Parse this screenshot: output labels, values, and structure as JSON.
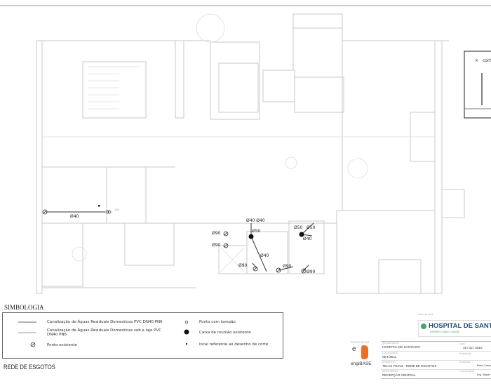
{
  "plan": {
    "section_box_label": "corte",
    "annotations": {
      "left_pipe": "Ø40",
      "dim_label": "120",
      "a1": "Ø40 Ø40",
      "a2": "Ø50",
      "a3": "Ø90",
      "a4": "Ø90",
      "a5": "Ø40",
      "a6": "Ø90",
      "a7": "Ø90",
      "a8": "Ø50",
      "a9": "Ø50",
      "a10": "Ø40",
      "a11": "Ø90"
    }
  },
  "legend": {
    "title": "SIMBOLOGIA",
    "items": [
      {
        "label": "Canalização de Águas Residuais Domesticas PVC DN40 PN6"
      },
      {
        "label": "Canalização de Águas Residuais Domesticas sob a laje PVC DN40 PN6"
      },
      {
        "label": "Ponto existente"
      },
      {
        "label": "Ponto com tampão"
      },
      {
        "label": "Caixa de reunião existente"
      },
      {
        "label": "local referente ao desenho de corte"
      }
    ]
  },
  "drawing_title": "REDE DE ESGOTOS",
  "title_block": {
    "owner_label": "Dono de obra",
    "hospital_logo": "HOSPITAL DE SANTIAGO",
    "hospital_sub": "ESPÍRITO SANTO SAÚDE",
    "designers_label": "PROJECTISTAS",
    "designer_logo": "engiBASE",
    "rows": [
      {
        "label": "REQUERENTE",
        "value": "HOSPITAL DE SANTIAGO",
        "right_label": "Data",
        "right_value": "15 / 12 / 2010"
      },
      {
        "label": "LOCALIDADE",
        "value": "SETÚBAL",
        "right_label": "Referência",
        "right_value": ""
      },
      {
        "label": "PROJECTO",
        "value": "TELAS FINAIS - REDE DE ESGOTOS",
        "right_label": "Desenhou",
        "right_value": "Pedro Cardo"
      },
      {
        "label": "DESIGNAÇÃO",
        "value": "RECEPÇÃO CENTRAL",
        "right_label": "Coordenação",
        "right_value": "Eng. Miguel"
      }
    ]
  },
  "colors": {
    "accent_orange": "#e8702a",
    "hospital_blue": "#1f4e79",
    "hospital_green": "#4aa36b"
  }
}
